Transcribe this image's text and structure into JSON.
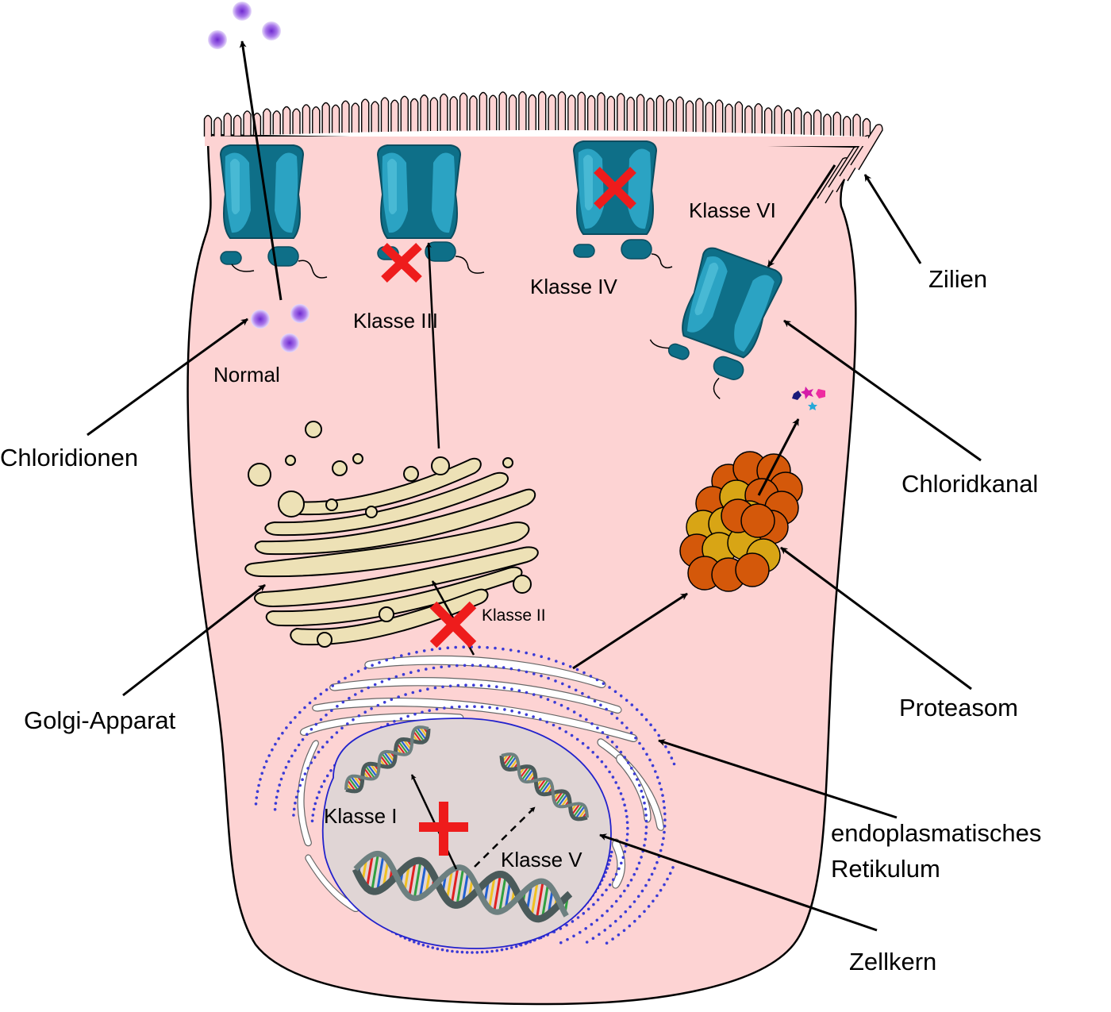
{
  "labels": {
    "zilien": "Zilien",
    "chloridionen": "Chloridionen",
    "chloridkanal": "Chloridkanal",
    "golgi": "Golgi-Apparat",
    "proteasom": "Proteasom",
    "er_line1": "endoplasmatisches",
    "er_line2": "Retikulum",
    "zellkern": "Zellkern"
  },
  "classes": {
    "normal": "Normal",
    "k1": "Klasse I",
    "k2": "Klasse II",
    "k3": "Klasse III",
    "k4": "Klasse IV",
    "k5": "Klasse V",
    "k6": "Klasse VI"
  },
  "colors": {
    "cytoplasm": "#fdd3d3",
    "channel_dark": "#0e6f88",
    "channel_light": "#2ba3c3",
    "golgi": "#ede1b6",
    "nucleus": "#e0d5d5",
    "er_dots": "#3b3bd6",
    "proteasome_orange": "#d4580a",
    "proteasome_gold": "#d8a515",
    "block_red": "#ee1c1c",
    "chloride_ion": "#9a60e0"
  }
}
